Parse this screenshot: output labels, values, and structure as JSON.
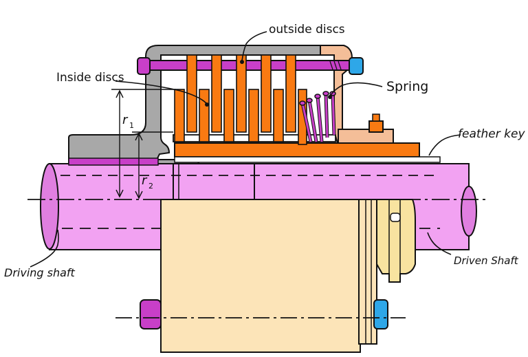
{
  "labels": {
    "outside_discs": "outside discs",
    "inside_discs": "Inside discs",
    "spring": "Spring",
    "feather_key": "feather key",
    "driving_shaft": "Driving shaft",
    "driven_shaft": "Driven Shaft",
    "r1": "r",
    "r1_sub": "1",
    "r2": "r",
    "r2_sub": "2"
  },
  "colors": {
    "shaft": "#F2A2F2",
    "disc_orange": "#F97A12",
    "housing_gray": "#A8A8A8",
    "collar_peach": "#F4BE98",
    "bolt_magenta": "#C83FC8",
    "nut_blue": "#2EA7E8",
    "flange_cream": "#FCE4B8",
    "flange_cream_dark": "#F8E3A0",
    "outline": "#111111"
  }
}
